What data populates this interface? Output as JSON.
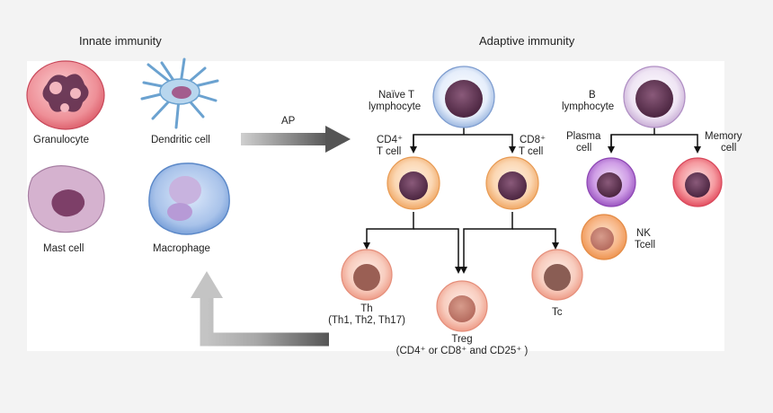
{
  "sections": {
    "innate_title": "Innate immunity",
    "adaptive_title": "Adaptive immunity"
  },
  "innate_cells": {
    "granulocyte": "Granulocyte",
    "dendritic": "Dendritic cell",
    "mast": "Mast cell",
    "macrophage": "Macrophage"
  },
  "arrow_label": "AP",
  "adaptive_cells": {
    "naive_t_line1": "Naïve T",
    "naive_t_line2": "lymphocyte",
    "cd4_line1": "CD4⁺",
    "cd4_line2": "T cell",
    "cd8_line1": "CD8⁺",
    "cd8_line2": "T cell",
    "b_line1": "B",
    "b_line2": "lymphocyte",
    "plasma_line1": "Plasma",
    "plasma_line2": "cell",
    "memory_line1": "Memory",
    "memory_line2": "cell",
    "nk_line1": "NK",
    "nk_line2": "Tcell",
    "th_line1": "Th",
    "th_line2": "(Th1, Th2, Th17)",
    "treg_line1": "Treg",
    "treg_line2": "(CD4⁺ or CD8⁺ and CD25⁺ )",
    "tc": "Tc"
  },
  "colors": {
    "background": "#f3f3f3",
    "panel": "#ffffff",
    "naive_t": "#9db8e0",
    "b_cell": "#c9aed6",
    "cd4_cd8": "#f4b47a",
    "plasma": "#a867c9",
    "memory": "#ea5a6a",
    "nk": "#f3a56a",
    "th_treg_tc": "#f3b1a3",
    "granulocyte": "#e2707a",
    "mast": "#c9a2c3",
    "macrophage": "#7fa7dc",
    "arrow_gray": "#8c8c8c"
  }
}
